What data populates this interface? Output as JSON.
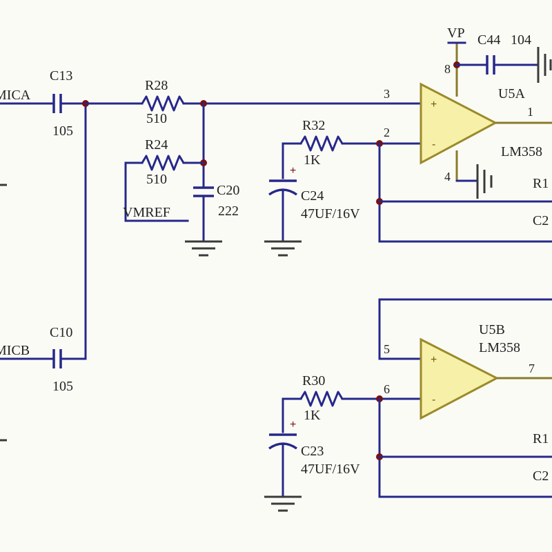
{
  "nets": {
    "mica": "MICA",
    "micb": "MICB",
    "vmref": "VMREF",
    "vp": "VP"
  },
  "components": {
    "c13": {
      "ref": "C13",
      "value": "105"
    },
    "c10": {
      "ref": "C10",
      "value": "105"
    },
    "r28": {
      "ref": "R28",
      "value": "510"
    },
    "r24": {
      "ref": "R24",
      "value": "510"
    },
    "c20": {
      "ref": "C20",
      "value": "222"
    },
    "r32": {
      "ref": "R32",
      "value": "1K"
    },
    "c24": {
      "ref": "C24",
      "value": "47UF/16V"
    },
    "r30": {
      "ref": "R30",
      "value": "1K"
    },
    "c23": {
      "ref": "C23",
      "value": "47UF/16V"
    },
    "c44": {
      "ref": "C44",
      "value": "104"
    },
    "u5a": {
      "ref": "U5A",
      "part": "LM358"
    },
    "u5b": {
      "ref": "U5B",
      "part": "LM358"
    },
    "r_top_partial": "R1",
    "c_top_partial": "C2",
    "r_bot_partial": "R1",
    "c_bot_partial": "C2"
  },
  "pins": {
    "u5a_in_plus": "3",
    "u5a_in_minus": "2",
    "u5a_out": "1",
    "u5a_vcc": "8",
    "u5a_gnd": "4",
    "u5b_in_plus": "5",
    "u5b_in_minus": "6",
    "u5b_out": "7"
  },
  "symbols": {
    "plus": "+",
    "minus": "-"
  }
}
